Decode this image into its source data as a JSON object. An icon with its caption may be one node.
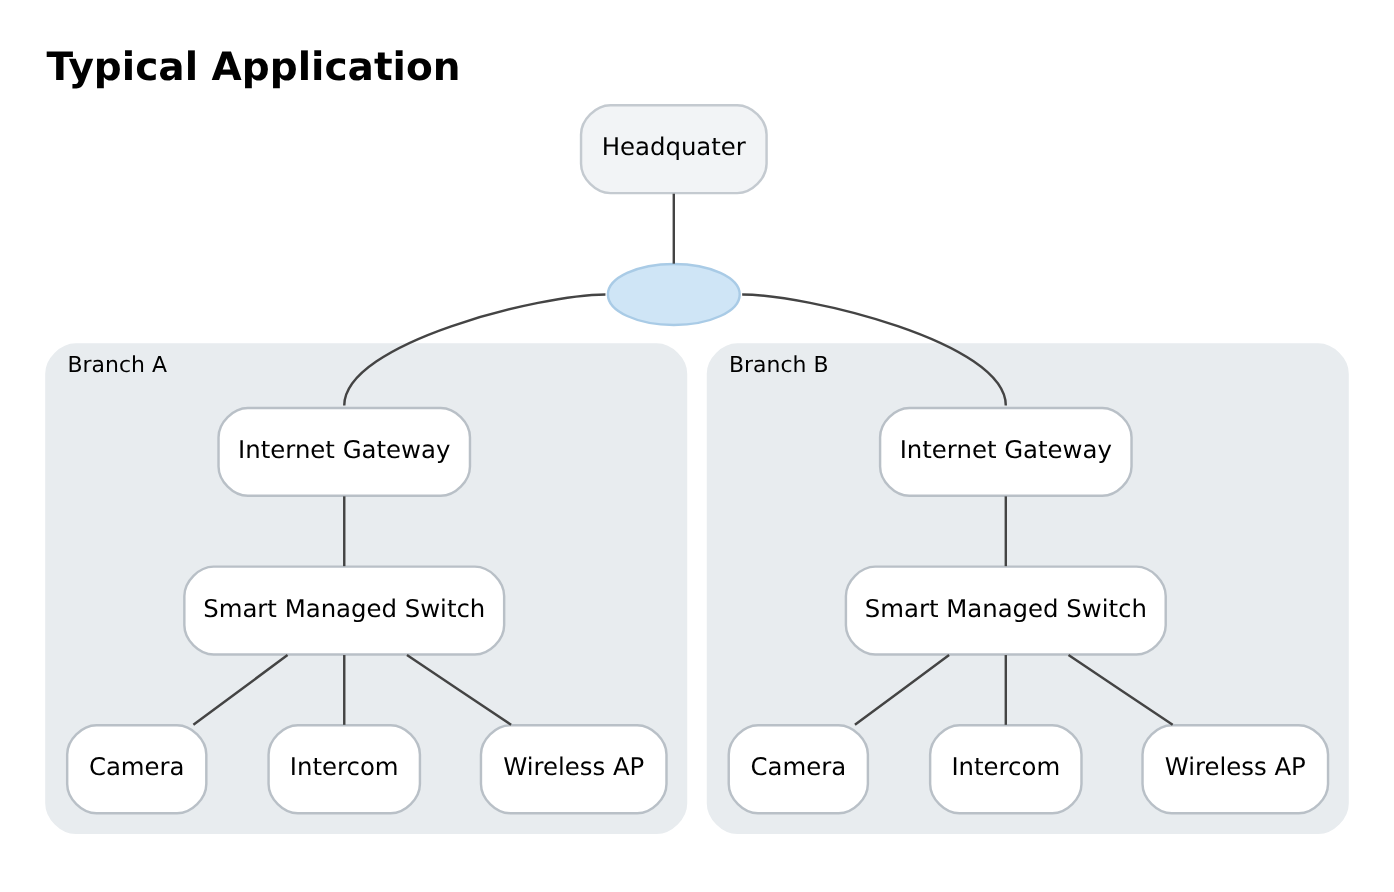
{
  "diagram": {
    "title": "Typical Application",
    "nodes": [
      {
        "text": [
          "Headquater"
        ]
      },
      {
        "text": [],
        "shape": "cloud"
      },
      {
        "text": [
          "Branch A"
        ]
      },
      {
        "text": [
          "Internet Gateway"
        ],
        "in": 2
      },
      {
        "text": [
          "Smart Managed Switch"
        ],
        "in": 2
      },
      {
        "text": [
          "Camera"
        ],
        "in": 2
      },
      {
        "text": [
          "Intercom"
        ],
        "in": 2
      },
      {
        "text": [
          "Wireless AP"
        ],
        "in": 2
      },
      {
        "text": [
          "Branch B"
        ]
      },
      {
        "text": [
          "Internet Gateway"
        ],
        "in": 8
      },
      {
        "text": [
          "Smart Managed Switch"
        ],
        "in": 8
      },
      {
        "text": [
          "Camera"
        ],
        "in": 8
      },
      {
        "text": [
          "Intercom"
        ],
        "in": 8
      },
      {
        "text": [
          "Wireless AP"
        ],
        "in": 8
      }
    ],
    "edges": [
      {
        "from": 0,
        "to": 1,
        "arrow": "none"
      },
      {
        "from": 1,
        "to": 3,
        "arrow": "none"
      },
      {
        "from": 3,
        "to": 4,
        "arrow": "none"
      },
      {
        "from": 4,
        "to": 5,
        "arrow": "none"
      },
      {
        "from": 4,
        "to": 6,
        "arrow": "none"
      },
      {
        "from": 4,
        "to": 7,
        "arrow": "none"
      },
      {
        "from": 1,
        "to": 9,
        "arrow": "none"
      },
      {
        "from": 9,
        "to": 10,
        "arrow": "none"
      },
      {
        "from": 10,
        "to": 11,
        "arrow": "none"
      },
      {
        "from": 10,
        "to": 12,
        "arrow": "none"
      },
      {
        "from": 10,
        "to": 13,
        "arrow": "none"
      }
    ]
  }
}
